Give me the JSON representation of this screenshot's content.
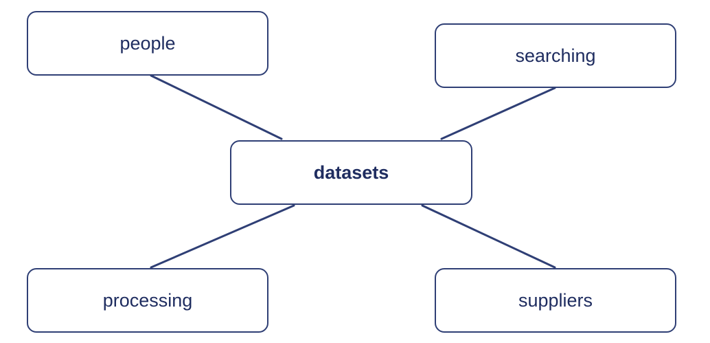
{
  "diagram": {
    "center": {
      "label": "datasets"
    },
    "nodes": {
      "people": {
        "label": "people"
      },
      "searching": {
        "label": "searching"
      },
      "processing": {
        "label": "processing"
      },
      "suppliers": {
        "label": "suppliers"
      }
    },
    "edges": [
      {
        "from": "datasets",
        "to": "people"
      },
      {
        "from": "datasets",
        "to": "searching"
      },
      {
        "from": "datasets",
        "to": "processing"
      },
      {
        "from": "datasets",
        "to": "suppliers"
      }
    ],
    "colors": {
      "stroke": "#2f3f75",
      "text": "#1f2d60",
      "background": "#ffffff"
    }
  }
}
